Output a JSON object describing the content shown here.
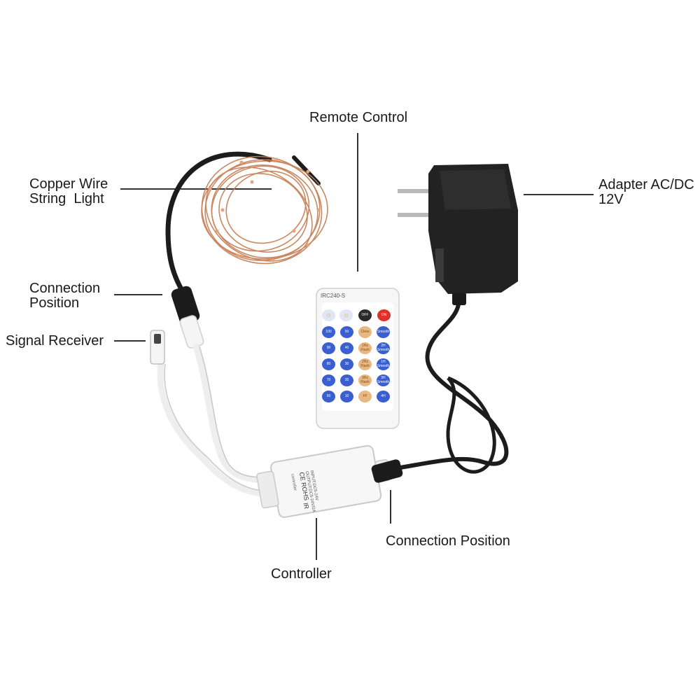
{
  "labels": {
    "remote_control": "Remote Control",
    "copper_wire": "Copper Wire\nString  Light",
    "adapter": "Adapter AC/DC\n12V",
    "connection_position_left": "Connection\nPosition",
    "signal_receiver": "Signal Receiver",
    "connection_position_right": "Connection Position",
    "controller": "Controller"
  },
  "remote": {
    "model": "IRC240-S",
    "off": "OFF",
    "on": "ON",
    "keys": [
      [
        "100",
        "50",
        "Clear",
        "Smooth"
      ],
      [
        "90",
        "40",
        "1Hz\nFlash",
        "2H\nSmooth"
      ],
      [
        "80",
        "30",
        "2Hz\nFlash",
        "1H\nSmooth"
      ],
      [
        "70",
        "20",
        "3Hz\nFlash",
        "3H\nSmooth"
      ],
      [
        "60",
        "10",
        "FF",
        "4H"
      ]
    ]
  },
  "controller_box": {
    "spec": "INPUT:DC5-24V\nOUTPUT:DC5-24V/2A",
    "title": "controller",
    "cert": "CE ROHS",
    "ir": "IR"
  },
  "colors": {
    "text": "#1a1a1a",
    "leader": "#333333",
    "copper": "#c47c52",
    "cable_black": "#1c1c1c",
    "cable_white": "#f2f2f2",
    "button_blue": "#3a5fd0",
    "button_orange": "#e8b883",
    "off_button": "#2a2a2a",
    "on_button": "#e0302a"
  }
}
